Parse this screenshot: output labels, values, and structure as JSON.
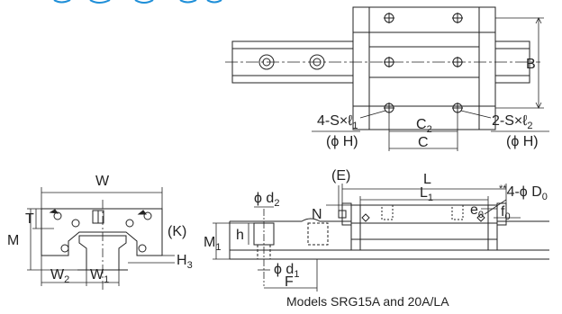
{
  "header_fragment": "",
  "top_view": {
    "B": "B",
    "C": "C",
    "C2": "C",
    "C2_sub": "2",
    "sl1": "4-S×ℓ",
    "sl1_sub": "1",
    "sl2": "2-S×ℓ",
    "sl2_sub": "2",
    "phiH_left": "(ϕ H)",
    "phiH_right": "(ϕ H)"
  },
  "end_view": {
    "W": "W",
    "M": "M",
    "T": "T",
    "K": "(K)",
    "H3": "H",
    "H3_sub": "3",
    "W2": "W",
    "W2_sub": "2",
    "W1": "W",
    "W1_sub": "1"
  },
  "side_view": {
    "E": "(E)",
    "L": "L",
    "L1": "L",
    "L1_sub": "1",
    "D0": "4-ϕ D",
    "D0_prefix": "**",
    "D0_sub": "0",
    "e0": "e",
    "e0_sub": "0",
    "f0": "f",
    "f0_sub": "0",
    "N": "N",
    "M1": "M",
    "M1_sub": "1",
    "h": "h",
    "d2": "ϕ d",
    "d2_sub": "2",
    "d1": "ϕ d",
    "d1_sub": "1",
    "F": "F"
  },
  "caption": "Models SRG15A and 20A/LA",
  "colors": {
    "line": "#222222",
    "header": "#1f8fd8"
  }
}
